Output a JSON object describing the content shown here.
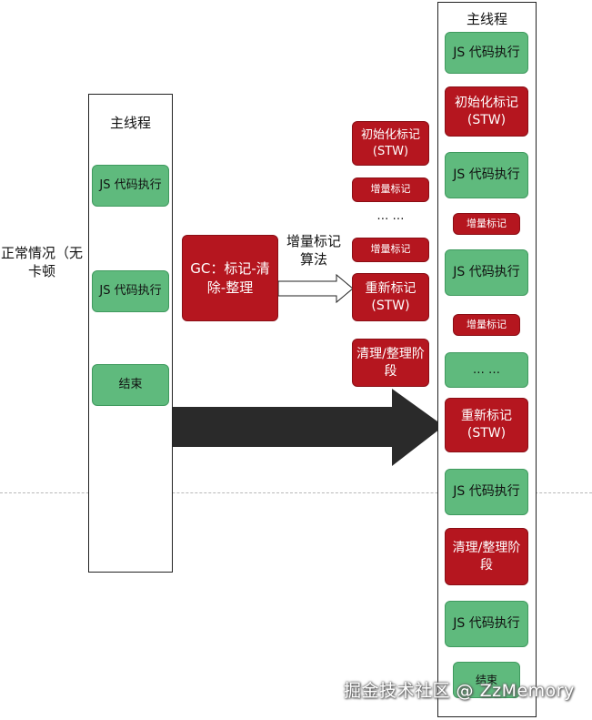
{
  "left_note": "正常情况（无卡顿",
  "left_lane": {
    "title": "主线程",
    "nodes": [
      "JS 代码执行",
      "JS 代码执行",
      "结束"
    ]
  },
  "gc_box": "GC：标记-清除-整理",
  "incremental_label": "增量标记算法",
  "middle_steps": [
    "初始化标记(STW)",
    "增量标记",
    "… …",
    "增量标记",
    "重新标记(STW)",
    "清理/整理阶段"
  ],
  "right_lane": {
    "title": "主线程",
    "nodes": [
      {
        "label": "JS 代码执行",
        "kind": "green"
      },
      {
        "label": "初始化标记(STW)",
        "kind": "red"
      },
      {
        "label": "JS 代码执行",
        "kind": "green"
      },
      {
        "label": "增量标记",
        "kind": "red"
      },
      {
        "label": "JS 代码执行",
        "kind": "green"
      },
      {
        "label": "增量标记",
        "kind": "red"
      },
      {
        "label": "… …",
        "kind": "green"
      },
      {
        "label": "重新标记(STW)",
        "kind": "red"
      },
      {
        "label": "JS 代码执行",
        "kind": "green"
      },
      {
        "label": "清理/整理阶段",
        "kind": "red"
      },
      {
        "label": "JS 代码执行",
        "kind": "green"
      },
      {
        "label": "结束",
        "kind": "green"
      }
    ]
  },
  "watermark": "掘金技术社区 @ ZzMemory",
  "colors": {
    "green": "#5fba7d",
    "red": "#b5161f",
    "big_arrow": "#2a2a2a"
  }
}
